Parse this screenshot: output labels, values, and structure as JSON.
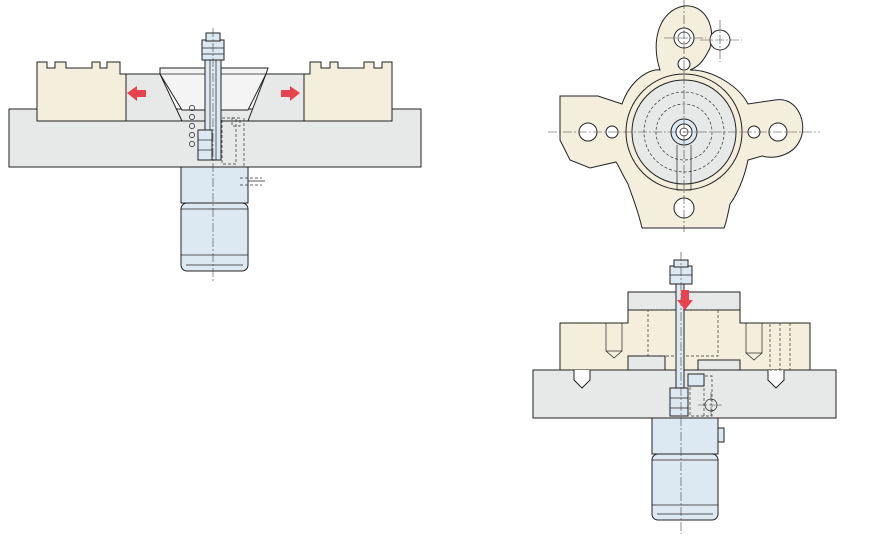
{
  "colors": {
    "base_gray": "#e7e8e8",
    "work_cream": "#f3efdc",
    "cylinder_blue": "#dde9f2",
    "arrow_red": "#e8434f",
    "line_dark": "#222222",
    "background": "#ffffff"
  },
  "views": [
    {
      "id": "front-section-expanding",
      "arrows": [
        "push-left-arrow",
        "push-right-arrow"
      ]
    },
    {
      "id": "top-plan-flange"
    },
    {
      "id": "side-section-clamping",
      "arrows": [
        "push-down-arrow"
      ]
    }
  ]
}
